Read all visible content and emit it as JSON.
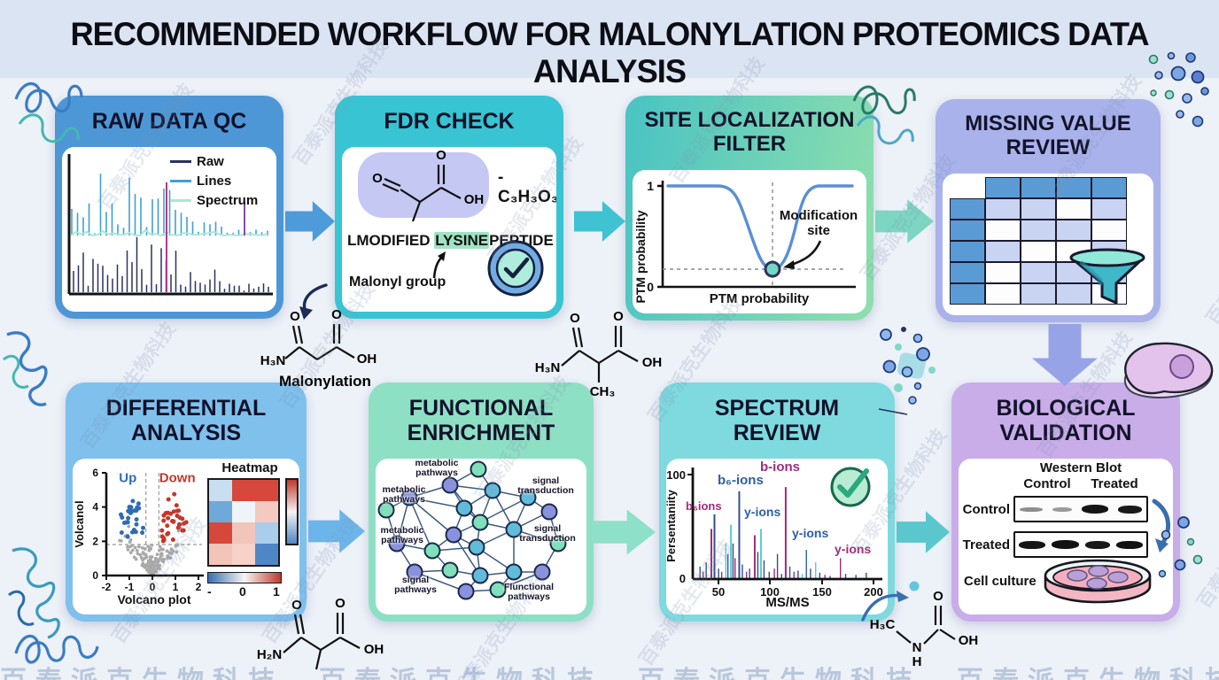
{
  "title": "RECOMMENDED WORKFLOW FOR MALONYLATION PROTEOMICS DATA ANALYSIS",
  "watermark": "百泰派克生物科技",
  "panels": {
    "raw_data_qc": {
      "title": "RAW DATA QC",
      "legend": [
        {
          "label": "Raw",
          "color": "#2c3160"
        },
        {
          "label": "Lines",
          "color": "#3fa0d4"
        },
        {
          "label": "Spectrum",
          "color": "#a9e8d8"
        }
      ]
    },
    "fdr_check": {
      "title": "FDR CHECK",
      "formula": "-C₃H₃O₃",
      "peptide_prefix": "LMODIFIED ",
      "peptide_highlight": "LYSINE",
      "peptide_suffix": "PEPTIDE",
      "annotation": "Malonyl group",
      "atoms": {
        "o1": "O",
        "o2": "O",
        "oh": "OH"
      }
    },
    "site_localization": {
      "title_line1": "SITE LOCALIZATION",
      "title_line2": "FILTER",
      "ylabel": "PTM probability",
      "xlabel": "PTM probability",
      "ytick_top": "1",
      "ytick_bottom": "0",
      "annotation_line1": "Modification",
      "annotation_line2": "site"
    },
    "missing_value": {
      "title_line1": "MISSING VALUE",
      "title_line2": "REVIEW",
      "header_row": "bbbb",
      "grid": [
        "bllwl",
        "bwllw",
        "blwwl",
        "bwlll",
        "bwllw"
      ],
      "cell_colors": {
        "b": "#5b9bd5",
        "l": "#c9d4f2",
        "w": "#fdfdfe"
      }
    },
    "differential": {
      "title_line1": "DIFFERENTIAL",
      "title_line2": "ANALYSIS",
      "volcano": {
        "up_label": "Up",
        "down_label": "Down",
        "up_color": "#2f6cb5",
        "down_color": "#c4372a",
        "ylabel": "Volcanol",
        "xlabel": "Volcano plot",
        "yticks": [
          "6",
          "4",
          "2",
          "0"
        ],
        "xticks": [
          "-2",
          "-1",
          "0",
          "1",
          "2"
        ]
      },
      "heatmap": {
        "title": "Heatmap",
        "cells": [
          [
            "#c8dff2",
            "#d6483c",
            "#d6483c"
          ],
          [
            "#6fa9d9",
            "#eef4f8",
            "#f3c9c0"
          ],
          [
            "#d6483c",
            "#f2c5ba",
            "#abcdec"
          ],
          [
            "#f3c5b9",
            "#f6d2c9",
            "#4f86c6"
          ]
        ],
        "colorbar_labels": [
          "-",
          "0",
          "1"
        ]
      }
    },
    "functional": {
      "title_line1": "FUNCTIONAL",
      "title_line2": "ENRICHMENT",
      "labels": [
        {
          "l1": "metabolic",
          "l2": "pathways"
        },
        {
          "l1": "metabolic",
          "l2": "pathways"
        },
        {
          "l1": "metabolic",
          "l2": "pathways"
        },
        {
          "l1": "signal",
          "l2": "transduction"
        },
        {
          "l1": "signal",
          "l2": "transduction"
        },
        {
          "l1": "signal",
          "l2": "pathways"
        },
        {
          "l1": "Flunctional",
          "l2": "pathways"
        }
      ]
    },
    "spectrum_review": {
      "title_line1": "SPECTRUM",
      "title_line2": "REVIEW",
      "ylabel": "Persentaniity",
      "xlabel": "MS/MS",
      "ytick_top": "100",
      "ytick_bottom": "0",
      "xticks": [
        "50",
        "100",
        "150",
        "200"
      ],
      "ion_labels": [
        {
          "text": "b₆ions",
          "color": "#a02c7a"
        },
        {
          "text": "b₆-ions",
          "color": "#2e5fa3"
        },
        {
          "text": "b-ions",
          "color": "#a02c7a"
        },
        {
          "text": "y-ions",
          "color": "#2e5fa3"
        },
        {
          "text": "y-ions",
          "color": "#2e5fa3"
        },
        {
          "text": "y-ions",
          "color": "#a02c7a"
        }
      ]
    },
    "biological": {
      "title_line1": "BIOLOGICAL",
      "title_line2": "VALIDATION",
      "blot_title": "Western Blot",
      "col_control": "Control",
      "col_treated": "Treated",
      "row_control": "Control",
      "row_treated": "Treated",
      "caption": "Cell culture"
    }
  },
  "chem": {
    "s1": {
      "n": "H₃N",
      "o1": "O",
      "o2": "O",
      "oh": "OH",
      "label": "Malonylation"
    },
    "s2": {
      "n": "H₃N",
      "o1": "O",
      "o2": "O",
      "oh": "OH",
      "ch3": "CH₃"
    },
    "s3": {
      "n": "H₂N",
      "o1": "O",
      "o2": "O",
      "oh": "OH"
    },
    "s4": {
      "h3c": "H₃C",
      "n": "N",
      "h": "H",
      "o": "O",
      "oh": "OH"
    }
  }
}
